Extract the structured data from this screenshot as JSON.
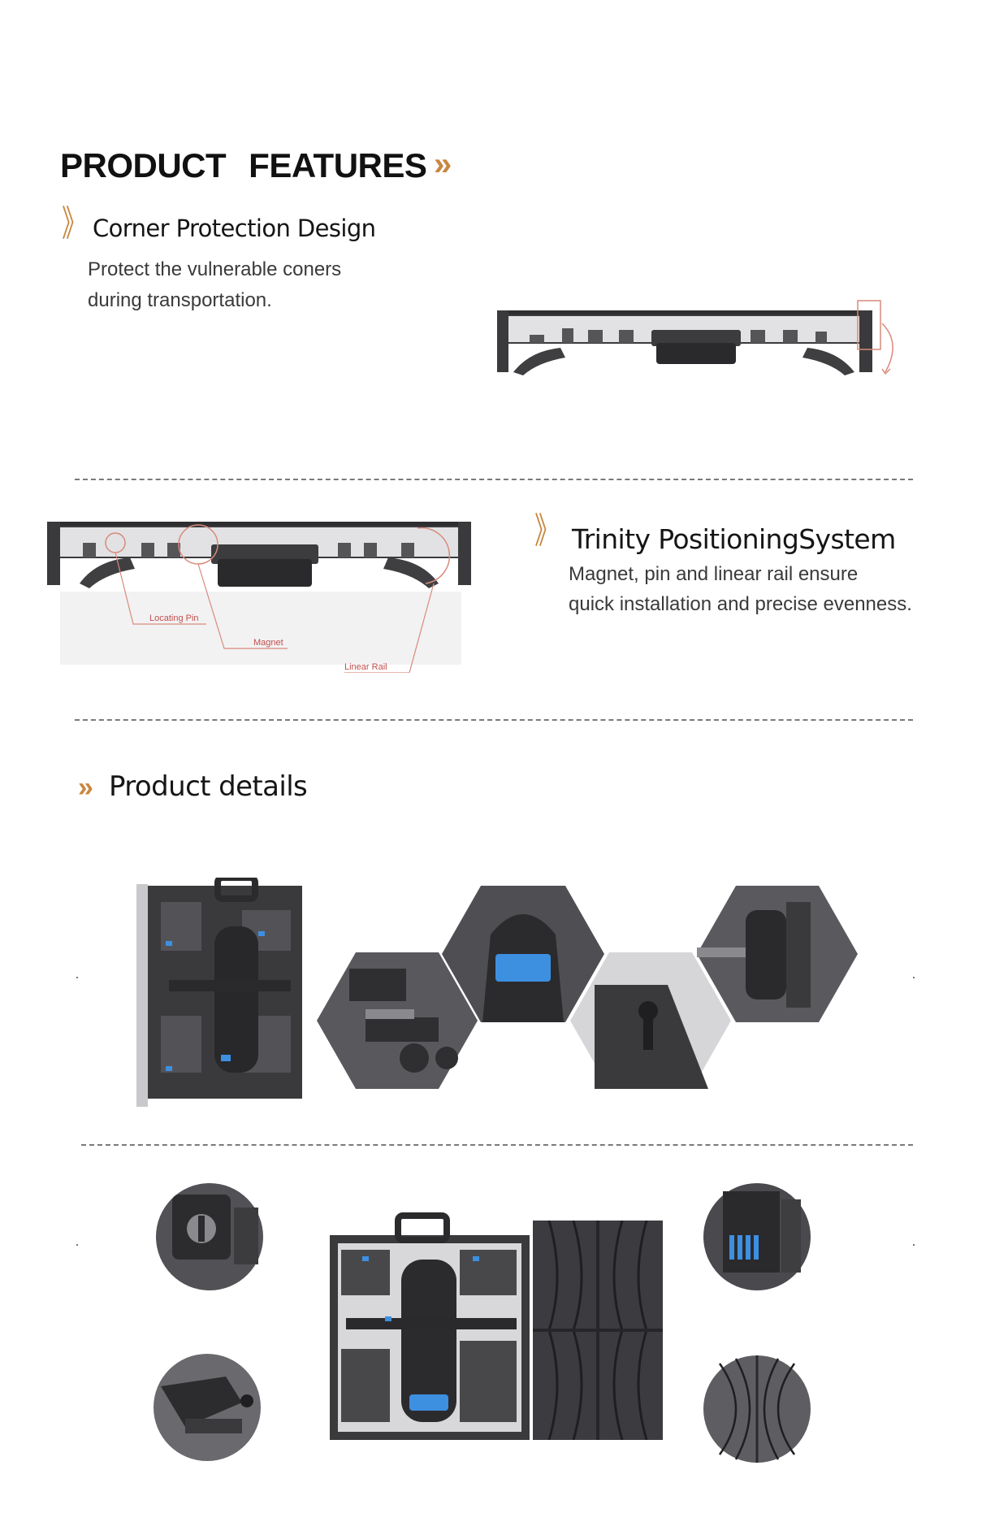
{
  "header": {
    "title_word1": "PRODUCT",
    "title_word2": "FEATURES",
    "title_marker": "»"
  },
  "feature1": {
    "marker": "》",
    "title": "Corner Protection Design",
    "description_lines": [
      "Protect the vulnerable coners",
      "during transportation."
    ]
  },
  "feature2": {
    "marker": "》",
    "title": "Trinity PositioningSystem",
    "description_lines": [
      "Magnet, pin and linear rail ensure",
      "quick installation and precise evenness."
    ],
    "callouts": {
      "locating_pin": "Locating Pin",
      "magnet": "Magnet",
      "linear_rail": "Linear Rail"
    }
  },
  "details": {
    "marker": "»",
    "title": "Product details"
  },
  "colors": {
    "accent": "#c8873f",
    "callout_line": "#d98a7c",
    "panel_dark": "#2e2e30",
    "panel_mid": "#4a4a4d",
    "highlight_blue": "#3d8fe0"
  }
}
